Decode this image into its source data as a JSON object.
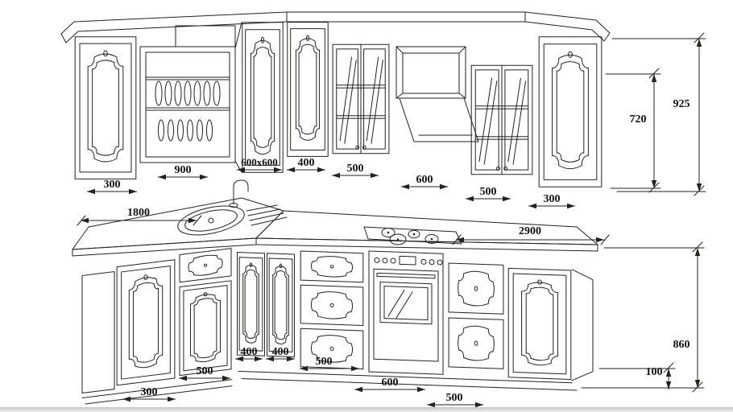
{
  "drawing": {
    "kind": "kitchen-elevation",
    "colors": {
      "line": "#22221f",
      "background": "#ffffff"
    }
  },
  "upper_row": {
    "left_cabinet_width": "300",
    "rack_cabinet_width": "900",
    "corner_cabinet_size": "600x600",
    "narrow_door_width": "400",
    "glass_cabinet_left_width": "500",
    "hood_section_width": "600",
    "glass_cabinet_right_width": "500",
    "right_cabinet_width": "300",
    "total_height": "925",
    "cabinet_height": "720"
  },
  "lower_row": {
    "left_run_length": "1800",
    "right_run_length": "2900",
    "corner_end_width": "300",
    "sink_cabinet_width": "500",
    "corner_door_a_width": "400",
    "corner_door_b_width": "400",
    "drawer_cabinet_width": "500",
    "oven_cabinet_width": "600",
    "right_drawer_cabinet_width": "500",
    "base_height": "860",
    "plinth_height": "100"
  }
}
